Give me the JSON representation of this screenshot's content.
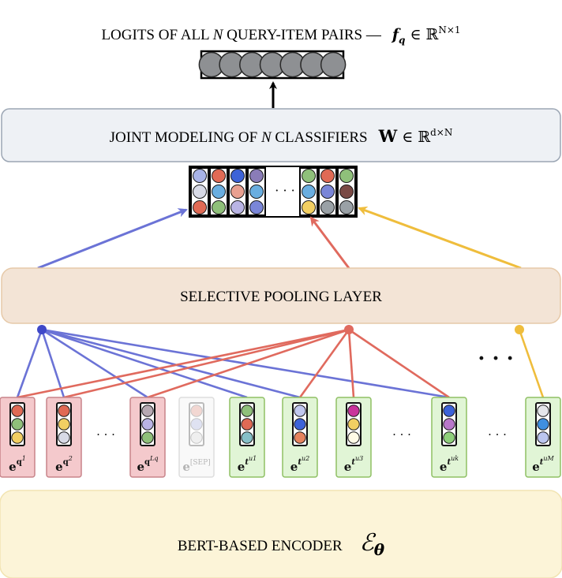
{
  "top_label": {
    "text": "LOGITS OF ALL N QUERY-ITEM PAIRS — ",
    "text_before": "LOGITS OF ALL ",
    "italic_n": "N",
    "text_after": " QUERY-ITEM PAIRS —",
    "math_var": "f",
    "math_sub": "q",
    "math_rest": " ∈ ℝ",
    "math_sup": "N×1"
  },
  "logit_circle_count": 7,
  "joint_box": {
    "text_before": "JOINT MODELING OF ",
    "italic_n": "N",
    "text_after": " CLASSIFIERS",
    "math_var": "W",
    "math_rest": " ∈ ℝ",
    "math_sup": "d×N"
  },
  "classifier_matrix": {
    "ellipsis": "· · ·",
    "left_columns": [
      [
        "#a9b4e8",
        "#d8dae6",
        "#e06a55"
      ],
      [
        "#e06a55",
        "#6aaee0",
        "#8fc07a"
      ],
      [
        "#3d63d8",
        "#e9a090",
        "#b9b4e4"
      ],
      [
        "#8a7cb8",
        "#6aaee0",
        "#7a86d8"
      ]
    ],
    "right_columns": [
      [
        "#8fc07a",
        "#6aaee0",
        "#f2cf62"
      ],
      [
        "#e06a55",
        "#7a86d8",
        "#9aa1a6"
      ],
      [
        "#8fc07a",
        "#7a4a45",
        "#9aa1a6"
      ]
    ]
  },
  "pooling_box": {
    "label": "SELECTIVE POOLING LAYER"
  },
  "pool_ellipsis": "· · ·",
  "token_ellipsis": "· · ·",
  "encoder_box": {
    "label": "BERT-BASED ENCODER",
    "symbol": "ℰ",
    "symbol_sub": "θ"
  },
  "colors": {
    "query_fill": "#f4c9cc",
    "query_border": "#c8848a",
    "item_fill": "#e1f5d6",
    "item_border": "#8fc064",
    "sep_fill": "#f9f9f9",
    "sep_border": "#dddddd",
    "blue": "#6b73d6",
    "red": "#e06a5e",
    "yellow": "#efbd3c",
    "joint_fill": "#eef1f5",
    "joint_border": "#9ca6b4",
    "pool_fill": "#f3e4d6",
    "pool_border": "#e6c9a8",
    "encoder_fill": "#fcf4d8",
    "encoder_border": "#f2e4b2"
  },
  "tokens": [
    {
      "group": "query",
      "base": "e",
      "sup": "q",
      "supsup": "1",
      "circles": [
        "#e06a55",
        "#8fc07a",
        "#f2cf62"
      ]
    },
    {
      "group": "query",
      "base": "e",
      "sup": "q",
      "supsup": "2",
      "circles": [
        "#e06a55",
        "#f2cf62",
        "#d8dae6"
      ]
    },
    {
      "group": "query",
      "base": "e",
      "sup": "q",
      "supsup": "Lq",
      "circles": [
        "#b6a9b2",
        "#b9b4e4",
        "#8fc07a"
      ]
    },
    {
      "group": "sep",
      "base": "e",
      "sup": "[SEP]",
      "supsup": "",
      "circles": [
        "#f2d7d2",
        "#dfe2f2",
        "#efefef"
      ]
    },
    {
      "group": "item",
      "base": "e",
      "sup": "t",
      "supsup": "u1",
      "circles": [
        "#8fc07a",
        "#e06a55",
        "#86c0c8"
      ]
    },
    {
      "group": "item",
      "base": "e",
      "sup": "t",
      "supsup": "u2",
      "circles": [
        "#c1c8ef",
        "#3d63d8",
        "#e6845e"
      ]
    },
    {
      "group": "item",
      "base": "e",
      "sup": "t",
      "supsup": "u3",
      "circles": [
        "#c9339b",
        "#f2cf62",
        "#fffbe6"
      ]
    },
    {
      "group": "item",
      "base": "e",
      "sup": "t",
      "supsup": "uk",
      "circles": [
        "#3d63d8",
        "#b878c9",
        "#8fd07a"
      ]
    },
    {
      "group": "item",
      "base": "e",
      "sup": "t",
      "supsup": "uM",
      "circles": [
        "#e5e6ea",
        "#3f8fe0",
        "#bcc6ef"
      ]
    }
  ]
}
